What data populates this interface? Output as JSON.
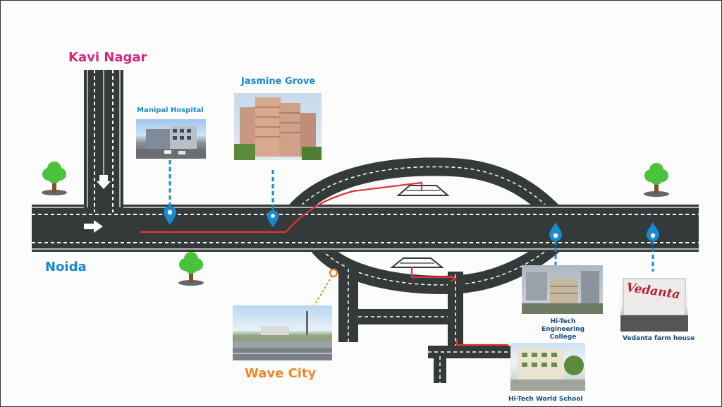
{
  "places": {
    "kavi_nagar": "Kavi Nagar",
    "noida": "Noida",
    "jasmine_grove": "Jasmine Grove",
    "manipal_hospital": "Manipal Hospital",
    "wave_city": "Wave City",
    "hitech_engineering": "Hi-Tech Engineering College",
    "vedanta": "Vedanta farm house",
    "hitech_school": "Hi-Tech World School"
  },
  "photo_text": {
    "vedanta_sign": "Vedanta"
  },
  "colors": {
    "road": "#343a3a",
    "lane_marking": "#ffffff",
    "route": "#e0343b",
    "pin": "#1a8ad0",
    "wave_city_accent": "#ef8a2a",
    "kavi_nagar_text": "#d8287a",
    "blue_text": "#1a8ad0",
    "tree_green": "#4bc23c"
  },
  "icons": [
    "location-pin-icon",
    "tree-icon",
    "direction-arrow-icon",
    "location-dot-icon"
  ]
}
